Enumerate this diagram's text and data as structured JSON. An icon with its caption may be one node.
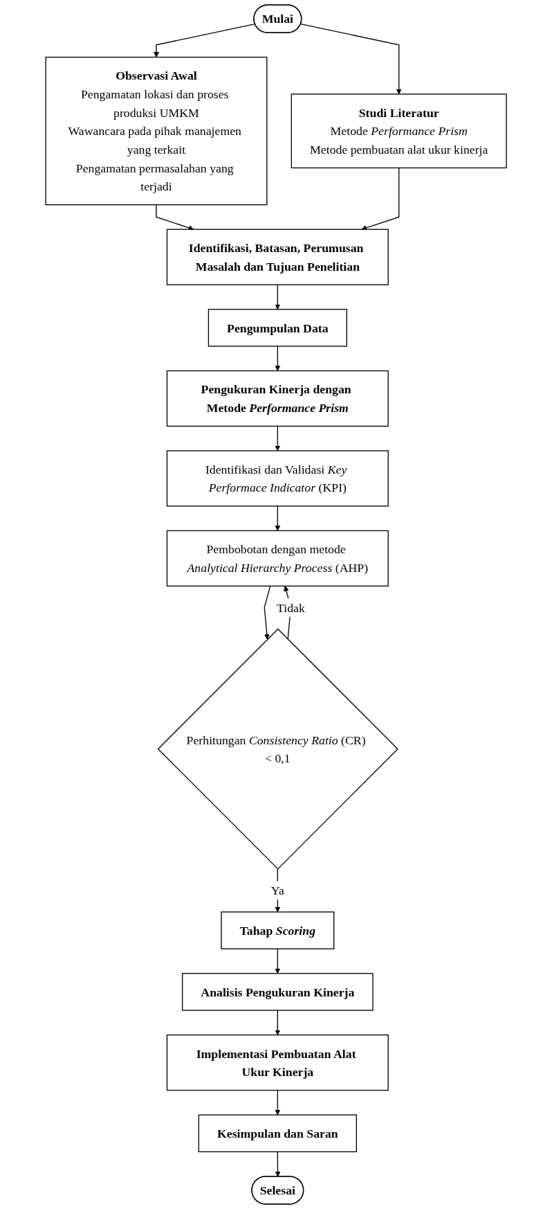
{
  "diagram": {
    "nodes": [
      {
        "text": [
          "Mulai"
        ]
      },
      {
        "text": [
          "Observasi Awal",
          "Pengamatan lokasi dan proses produksi UMKM",
          "Wawancara pada pihak manajemen yang terkait",
          "Pengamatan permasalahan yang terjadi"
        ]
      },
      {
        "text": [
          "Studi Literatur",
          "Metode *Performance Prism*",
          "Metode pembuatan alat ukur kinerja"
        ]
      },
      {
        "text": [
          "Identifikasi, Batasan, Perumusan Masalah dan Tujuan Penelitian"
        ]
      },
      {
        "text": [
          "Pengumpulan Data"
        ]
      },
      {
        "text": [
          "Pengukuran Kinerja dengan Metode *Performance Prism*"
        ]
      },
      {
        "text": [
          "Identifikasi dan Validasi *Key Performace Indicator* (KPI)"
        ]
      },
      {
        "text": [
          "Pembobotan dengan metode *Analytical Hierarchy Process* (AHP)"
        ]
      },
      {
        "text": [
          "Perhitungan *Consistency Ratio* (CR) < 0,1"
        ]
      },
      {
        "text": [
          "Tahap *Scoring*"
        ]
      },
      {
        "text": [
          "Analisis Pengukuran Kinerja"
        ]
      },
      {
        "text": [
          "Implementasi Pembuatan Alat Ukur Kinerja"
        ]
      },
      {
        "text": [
          "Kesimpulan dan Saran"
        ]
      },
      {
        "text": [
          "Selesai"
        ]
      }
    ],
    "edges": [
      {
        "from": 0,
        "to": 1,
        "arrow": "to"
      },
      {
        "from": 0,
        "to": 2,
        "arrow": "to"
      },
      {
        "from": 1,
        "to": 3,
        "arrow": "to"
      },
      {
        "from": 2,
        "to": 3,
        "arrow": "to"
      },
      {
        "from": 3,
        "to": 4,
        "arrow": "to"
      },
      {
        "from": 4,
        "to": 5,
        "arrow": "to"
      },
      {
        "from": 5,
        "to": 6,
        "arrow": "to"
      },
      {
        "from": 6,
        "to": 7,
        "arrow": "to"
      },
      {
        "from": 7,
        "to": 8,
        "arrow": "to"
      },
      {
        "from": 8,
        "to": 7,
        "label": "Tidak",
        "arrow": "to"
      },
      {
        "from": 8,
        "to": 9,
        "label": "Ya",
        "arrow": "to"
      },
      {
        "from": 9,
        "to": 10,
        "arrow": "to"
      },
      {
        "from": 10,
        "to": 11,
        "arrow": "to"
      },
      {
        "from": 11,
        "to": 12,
        "arrow": "to"
      },
      {
        "from": 12,
        "to": 13,
        "arrow": "to"
      }
    ]
  }
}
